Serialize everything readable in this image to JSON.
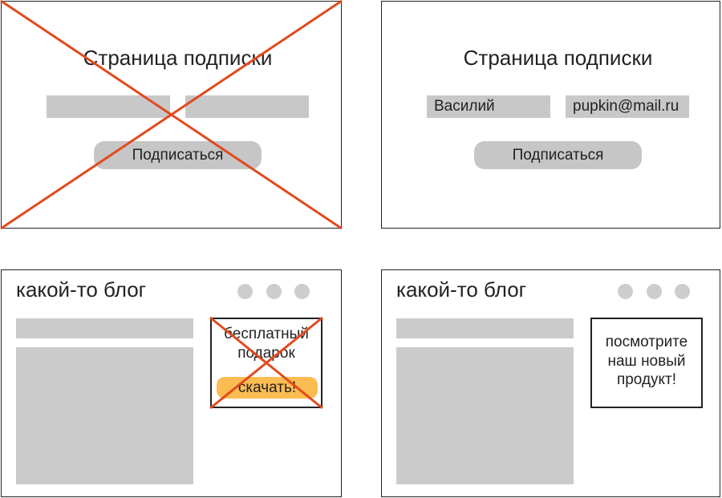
{
  "colors": {
    "ink": "#222222",
    "cross_mark": "#e24a1f",
    "field_gray": "#c8c8c8",
    "button_gray": "#c6c6c6",
    "accent_orange": "#fbbc52",
    "placeholder_gray": "#cbcbcb",
    "dot_gray": "#cdcdcd"
  },
  "icons": {
    "header_dot": "circle-icon"
  },
  "signup_left": {
    "crossed_out": true,
    "title": "Страница подписки",
    "name_value": "",
    "email_value": "",
    "submit_label": "Подписаться"
  },
  "signup_right": {
    "crossed_out": false,
    "title": "Страница подписки",
    "name_value": "Василий",
    "email_value": "pupkin@mail.ru",
    "submit_label": "Подписаться"
  },
  "blog_left": {
    "title": "какой-то блог",
    "popup": {
      "crossed_out": true,
      "lines": [
        "бесплатный",
        "подарок"
      ],
      "button_label": "скачать!"
    }
  },
  "blog_right": {
    "title": "какой-то блог",
    "popup": {
      "crossed_out": false,
      "lines": [
        "посмотрите",
        "наш новый",
        "продукт!"
      ]
    }
  }
}
